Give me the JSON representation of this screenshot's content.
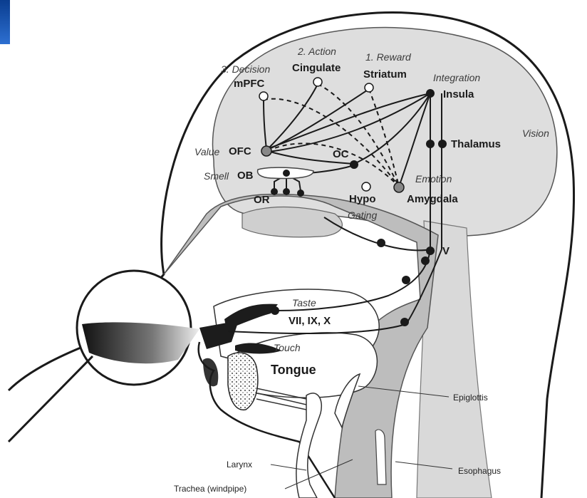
{
  "labels": {
    "decision": "3. Decision",
    "mpfc": "mPFC",
    "action": "2. Action",
    "cingulate": "Cingulate",
    "reward": "1. Reward",
    "striatum": "Striatum",
    "integration": "Integration",
    "insula": "Insula",
    "vision": "Vision",
    "thalamus": "Thalamus",
    "value": "Value",
    "ofc": "OFC",
    "oc": "OC",
    "smell": "Smell",
    "ob": "OB",
    "emotion": "Emotion",
    "or": "OR",
    "hypo": "Hypo",
    "amygdala": "Amygdala",
    "gating": "Gating",
    "v": "V",
    "taste": "Taste",
    "cranial_nerves": "VII, IX, X",
    "touch": "Touch",
    "tongue": "Tongue",
    "epiglottis": "Epiglottis",
    "larynx": "Larynx",
    "esophagus": "Esophagus",
    "trachea": "Trachea (windpipe)"
  },
  "colors": {
    "brain": "#dedede",
    "tissue": "#bdbdbd",
    "dark": "#1c1c1c",
    "corner_accent": "#1f5bbf"
  }
}
